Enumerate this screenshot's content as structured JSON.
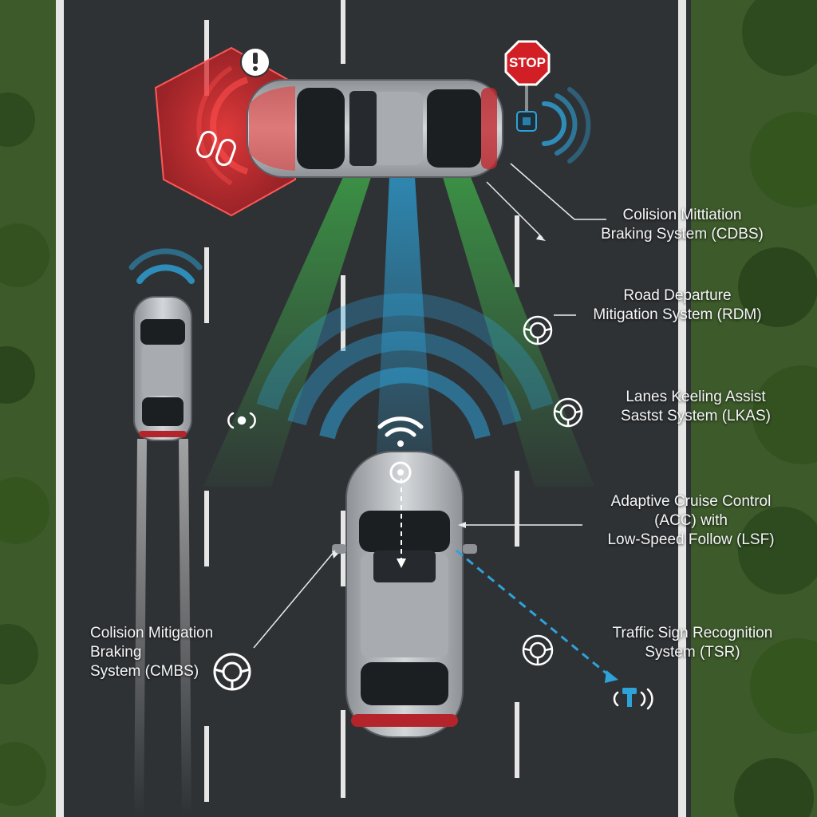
{
  "labels": {
    "cdbs": {
      "line1": "Colision Mittiation",
      "line2": "Braking System (CDBS)"
    },
    "rdm": {
      "line1": "Road Departure",
      "line2": "Mitigation System (RDM)"
    },
    "lkas": {
      "line1": "Lanes Keeling Assist",
      "line2": "Sastst System (LKAS)"
    },
    "acc": {
      "line1": "Adaptive Cruise Control",
      "line2": "(ACC) with",
      "line3": "Low-Speed Follow (LSF)"
    },
    "tsr": {
      "line1": "Traffic Sign Recognition",
      "line2": "System (TSR)"
    },
    "cmbs": {
      "line1": "Colision Mitigation",
      "line2": "Braking",
      "line3": "System (CMBS)"
    }
  },
  "stop_sign": {
    "text": "STOP"
  },
  "icons": [
    "warning-icon",
    "footprints-icon",
    "steering-wheel-icon",
    "wifi-signal-icon",
    "sensor-wave-icon",
    "sign-sensor-icon",
    "target-icon"
  ],
  "colors": {
    "road": "#2f3235",
    "grass": "#3d5a2a",
    "lane": "#e6e6e6",
    "green_beam": "#3fae4a",
    "blue_beam": "#2ea3d9",
    "red_zone": "#d8262b",
    "car_body": "#b9bcc0",
    "label_text": "#f4f6f7"
  }
}
